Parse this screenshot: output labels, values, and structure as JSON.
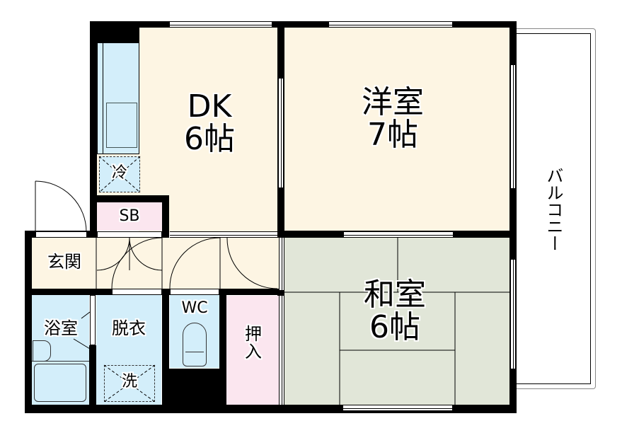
{
  "floor_plan": {
    "colors": {
      "wood_floor": "#fdf5e3",
      "wet_area": "#d3eefa",
      "storage": "#fbe6ef",
      "tatami": "#e1e6d8",
      "wall": "#000000",
      "balcony": "#ffffff"
    },
    "rooms": {
      "dk": {
        "name": "DK",
        "size": "6帖"
      },
      "western": {
        "name": "洋室",
        "size": "7帖"
      },
      "japanese": {
        "name": "和室",
        "size": "6帖"
      },
      "entrance": {
        "name": "玄関"
      },
      "shoe_box": {
        "name": "SB"
      },
      "bathroom": {
        "name": "浴室"
      },
      "dressing": {
        "name": "脱衣"
      },
      "toilet": {
        "name": "WC"
      },
      "closet": {
        "name": "押入"
      },
      "balcony": {
        "name": "バルコニー"
      }
    },
    "fixtures": {
      "fridge": "冷",
      "washer": "洗"
    }
  }
}
